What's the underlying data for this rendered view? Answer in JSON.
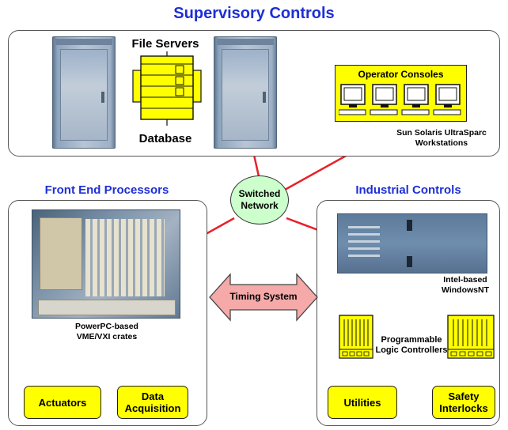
{
  "title": "Supervisory Controls",
  "supervisory": {
    "file_servers_label": "File Servers",
    "database_label": "Database",
    "operator_consoles_label": "Operator Consoles",
    "workstations_label_line1": "Sun Solaris UltraSparc",
    "workstations_label_line2": "Workstations"
  },
  "network": {
    "line1": "Switched",
    "line2": "Network"
  },
  "front_end": {
    "title": "Front End Processors",
    "crate_label_line1": "PowerPC-based",
    "crate_label_line2": "VME/VXI crates",
    "actuators": "Actuators",
    "data_acq_line1": "Data",
    "data_acq_line2": "Acquisition"
  },
  "timing": {
    "label": "Timing System"
  },
  "industrial": {
    "title": "Industrial Controls",
    "pc_label_line1": "Intel-based",
    "pc_label_line2": "WindowsNT",
    "plc_label_line1": "Programmable",
    "plc_label_line2": "Logic Controllers",
    "utilities": "Utilities",
    "safety_line1": "Safety",
    "safety_line2": "Interlocks"
  },
  "colors": {
    "title_blue": "#1d2fd6",
    "line_red": "#e8202a",
    "box_yellow": "#ffff00",
    "network_green": "#ccffcc",
    "arrow_pink": "#f5a9a9"
  }
}
